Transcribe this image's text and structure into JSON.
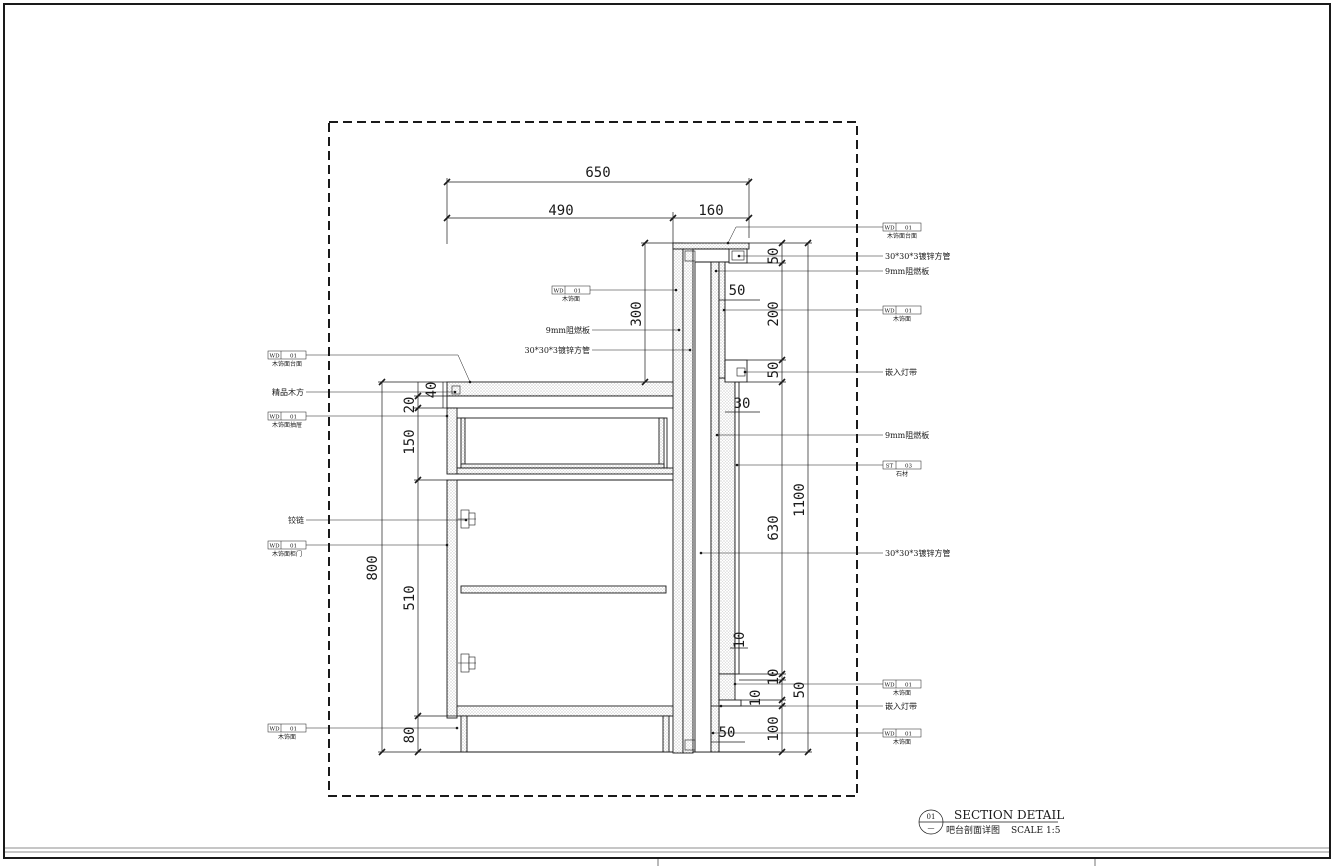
{
  "dims": [
    {
      "id": "d650",
      "text": "650"
    },
    {
      "id": "d490",
      "text": "490"
    },
    {
      "id": "d160",
      "text": "160"
    },
    {
      "id": "d300",
      "text": "300"
    },
    {
      "id": "d50a",
      "text": "50"
    },
    {
      "id": "d50b",
      "text": "50"
    },
    {
      "id": "d200",
      "text": "200"
    },
    {
      "id": "d50c",
      "text": "50"
    },
    {
      "id": "d30",
      "text": "30"
    },
    {
      "id": "d1100",
      "text": "1100"
    },
    {
      "id": "d630",
      "text": "630"
    },
    {
      "id": "d10a",
      "text": "10"
    },
    {
      "id": "d10b",
      "text": "10"
    },
    {
      "id": "d10c",
      "text": "10"
    },
    {
      "id": "d50d",
      "text": "50"
    },
    {
      "id": "d100",
      "text": "100"
    },
    {
      "id": "d50e",
      "text": "50"
    },
    {
      "id": "d40",
      "text": "40"
    },
    {
      "id": "d20",
      "text": "20"
    },
    {
      "id": "d150",
      "text": "150"
    },
    {
      "id": "d800",
      "text": "800"
    },
    {
      "id": "d510",
      "text": "510"
    },
    {
      "id": "d80",
      "text": "80"
    }
  ],
  "right_labels": [
    {
      "id": "r1",
      "tag": "WD",
      "num": "01",
      "sub": "木饰面台面"
    },
    {
      "id": "r2",
      "text": "30*30*3镀锌方管"
    },
    {
      "id": "r3",
      "text": "9mm阻燃板"
    },
    {
      "id": "r4",
      "tag": "WD",
      "num": "01",
      "sub": "木饰面"
    },
    {
      "id": "r5",
      "text": "嵌入灯带"
    },
    {
      "id": "r6",
      "text": "9mm阻燃板"
    },
    {
      "id": "r7",
      "tag": "ST",
      "num": "03",
      "sub": "石材"
    },
    {
      "id": "r8",
      "text": "30*30*3镀锌方管"
    },
    {
      "id": "r9",
      "tag": "WD",
      "num": "01",
      "sub": "木饰面"
    },
    {
      "id": "r10",
      "text": "嵌入灯带"
    },
    {
      "id": "r11",
      "tag": "WD",
      "num": "01",
      "sub": "木饰面"
    }
  ],
  "left_labels": [
    {
      "id": "l1",
      "tag": "WD",
      "num": "01",
      "sub": "木饰面台面"
    },
    {
      "id": "l2",
      "text": "精品木方"
    },
    {
      "id": "l3",
      "tag": "WD",
      "num": "01",
      "sub": "木饰面抽屉"
    },
    {
      "id": "l4",
      "text": "铰链"
    },
    {
      "id": "l5",
      "tag": "WD",
      "num": "01",
      "sub": "木饰面柜门"
    },
    {
      "id": "l6",
      "tag": "WD",
      "num": "01",
      "sub": "木饰面"
    }
  ],
  "mid_labels": [
    {
      "id": "m1",
      "tag": "WD",
      "num": "01",
      "sub": "木饰面"
    },
    {
      "id": "m2",
      "text": "9mm阻燃板"
    },
    {
      "id": "m3",
      "text": "30*30*3镀锌方管"
    }
  ],
  "title": {
    "bubble_top": "01",
    "bubble_bottom": "—",
    "heading": "SECTION DETAIL",
    "subtitle": "吧台剖面详图",
    "scale": "SCALE 1:5"
  },
  "colors": {
    "line": "#1a1a1a",
    "hatch": "#8a8a8a",
    "paper": "#ffffff"
  }
}
